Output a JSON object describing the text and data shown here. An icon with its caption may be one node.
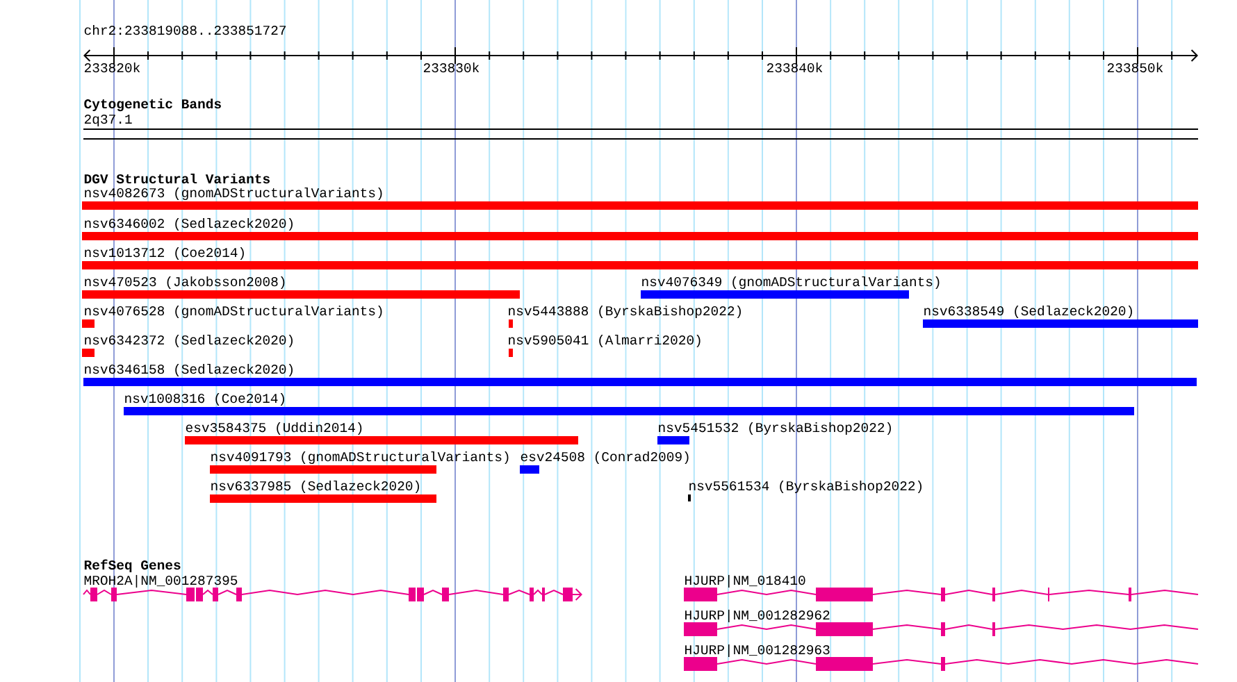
{
  "diagram": {
    "nodes": [
      {
        "text": [
          "nsv4082673 (gnomADStructuralVariants)"
        ]
      },
      {
        "text": [
          "nsv6346002 (Sedlazeck2020)"
        ]
      },
      {
        "text": [
          "nsv1013712 (Coe2014)"
        ]
      },
      {
        "text": [
          "nsv470523 (Jakobsson2008)"
        ]
      },
      {
        "text": [
          "nsv4076349 (gnomADStructuralVariants)"
        ]
      },
      {
        "text": [
          "nsv4076528 (gnomADStructuralVariants)"
        ]
      },
      {
        "text": [
          "nsv5443888 (ByrskaBishop2022)"
        ]
      },
      {
        "text": [
          "nsv6338549 (Sedlazeck2020)"
        ]
      },
      {
        "text": [
          "nsv6342372 (Sedlazeck2020)"
        ]
      },
      {
        "text": [
          "nsv5905041 (Almarri2020)"
        ]
      },
      {
        "text": [
          "nsv6346158 (Sedlazeck2020)"
        ]
      },
      {
        "text": [
          "nsv1008316 (Coe2014)"
        ]
      },
      {
        "text": [
          "esv3584375 (Uddin2014)"
        ]
      },
      {
        "text": [
          "nsv5451532 (ByrskaBishop2022)"
        ]
      },
      {
        "text": [
          "nsv4091793 (gnomADStructuralVariants)"
        ]
      },
      {
        "text": [
          "esv24508 (Conrad2009)"
        ]
      },
      {
        "text": [
          "nsv6337985 (Sedlazeck2020)"
        ]
      },
      {
        "text": [
          "nsv5561534 (ByrskaBishop2022)"
        ]
      },
      {
        "text": [
          "MROH2A|NM_001287395"
        ]
      },
      {
        "text": [
          "HJURP|NM_018410"
        ]
      },
      {
        "text": [
          "HJURP|NM_001282962"
        ]
      },
      {
        "text": [
          "HJURP|NM_001282963"
        ]
      }
    ],
    "labels": [
      "chr2:233819088..233851727",
      "233820k",
      "233830k",
      "233840k",
      "233850k",
      "Cytogenetic Bands",
      "2q37.1",
      "DGV Structural Variants",
      "RefSeq Genes"
    ]
  }
}
